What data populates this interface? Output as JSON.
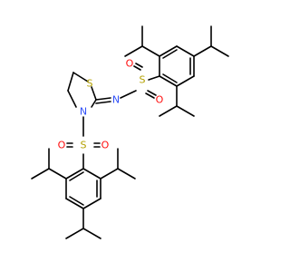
{
  "molecule": {
    "atoms": {
      "s_thiazolidine": "S",
      "n_imine": "N",
      "n_ring": "N",
      "s_sulfonyl_top": "S",
      "o_top_upper": "O",
      "o_top_lower": "O",
      "s_sulfonyl_bottom": "S",
      "o_bottom_left": "O",
      "o_bottom_right": "O"
    },
    "colors": {
      "sulfur": "#b3a000",
      "oxygen": "#ff0d0d",
      "nitrogen": "#3050f8",
      "carbon": "#000000"
    }
  }
}
